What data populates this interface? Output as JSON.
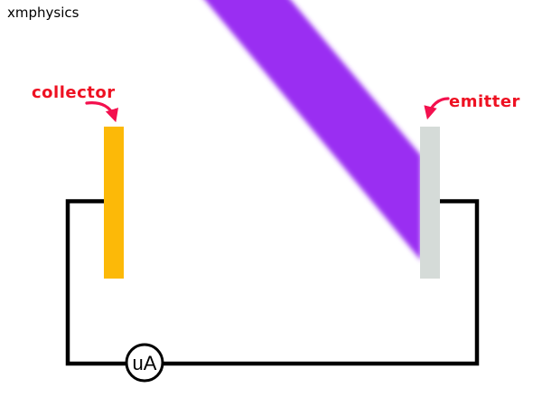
{
  "watermark": "xmphysics",
  "labels": {
    "collector": "collector",
    "emitter": "emitter",
    "meter": "uA"
  },
  "colors": {
    "beam": "#9a2ef2",
    "collector_bar": "#fcb908",
    "emitter_bar": "#d5dbd8",
    "label_red": "#ee1122",
    "arrow_red": "#f3104e",
    "wire": "#000000",
    "meter_face": "#ffffff"
  },
  "elements": {
    "beam": "light-beam",
    "collector_plate": "collector-plate",
    "emitter_plate": "emitter-plate",
    "ammeter": "microammeter",
    "wire": "circuit-wire"
  }
}
